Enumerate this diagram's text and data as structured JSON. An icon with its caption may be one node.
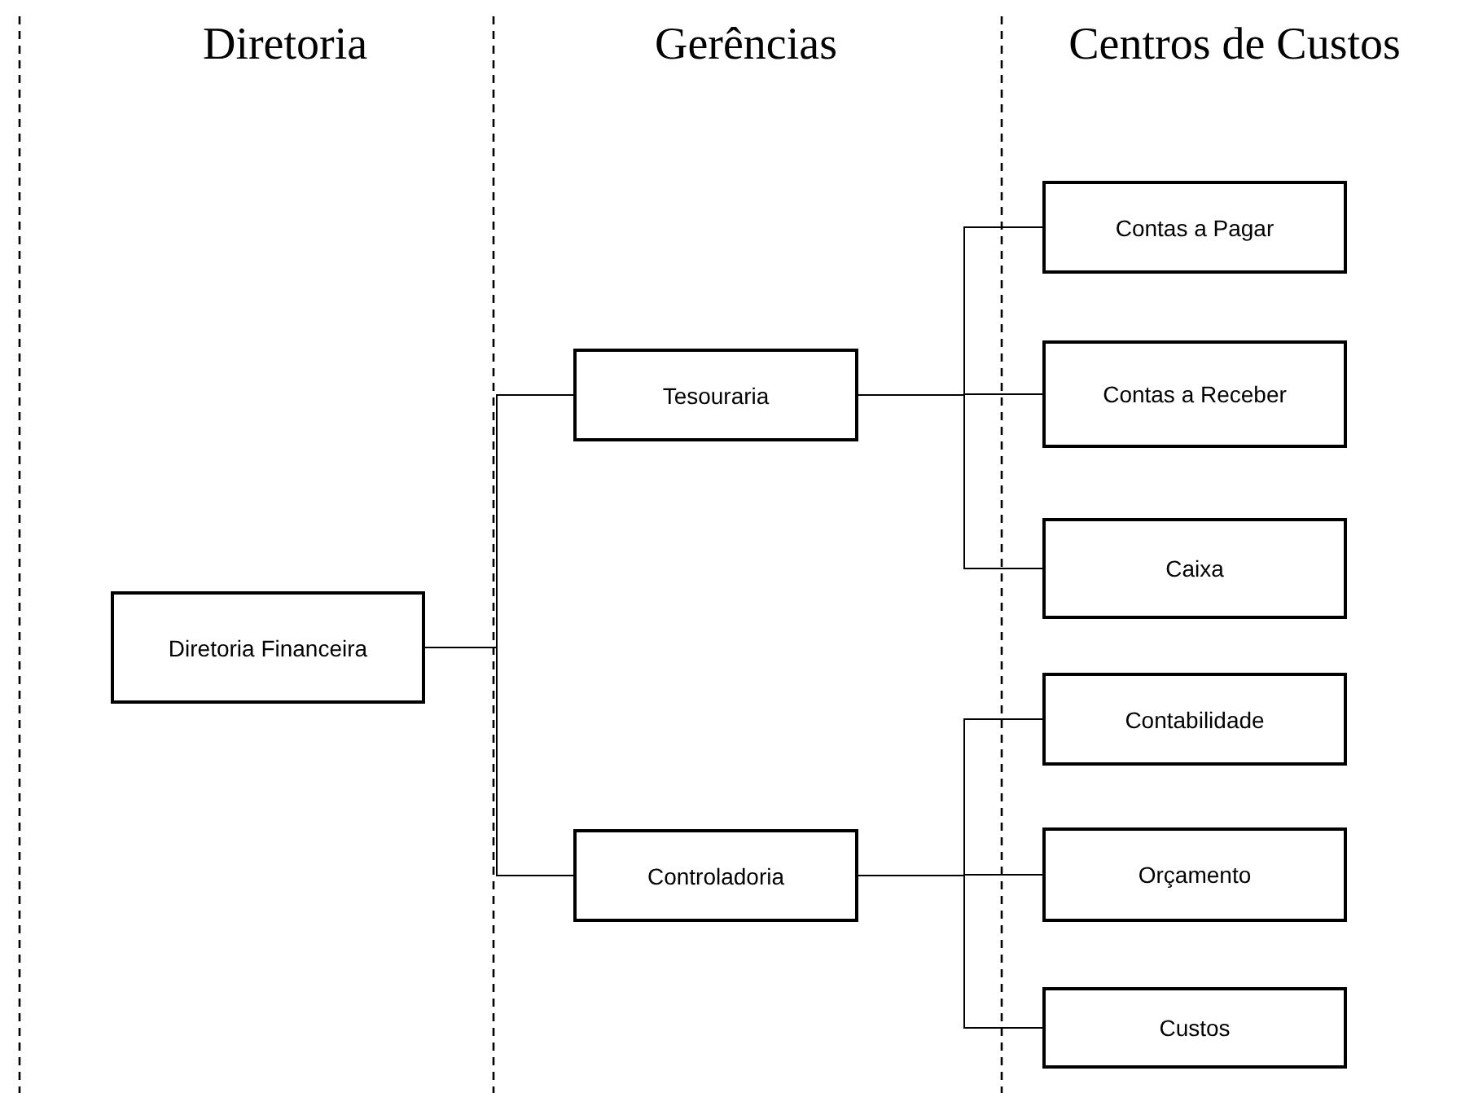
{
  "diagram": {
    "nodes": [
      {
        "text": [
          "Diretoria Financeira"
        ]
      },
      {
        "text": [
          "Tesouraria"
        ]
      },
      {
        "text": [
          "Controladoria"
        ]
      },
      {
        "text": [
          "Contas a Pagar"
        ]
      },
      {
        "text": [
          "Contas a Receber"
        ]
      },
      {
        "text": [
          "Caixa"
        ]
      },
      {
        "text": [
          "Contabilidade"
        ]
      },
      {
        "text": [
          "Orçamento"
        ]
      },
      {
        "text": [
          "Custos"
        ]
      }
    ],
    "edges": [
      {
        "from": 0,
        "to": 1,
        "arrow": "none"
      },
      {
        "from": 0,
        "to": 2,
        "arrow": "none"
      },
      {
        "from": 1,
        "to": 3,
        "arrow": "none"
      },
      {
        "from": 1,
        "to": 4,
        "arrow": "none"
      },
      {
        "from": 1,
        "to": 5,
        "arrow": "none"
      },
      {
        "from": 2,
        "to": 6,
        "arrow": "none"
      },
      {
        "from": 2,
        "to": 7,
        "arrow": "none"
      },
      {
        "from": 2,
        "to": 8,
        "arrow": "none"
      }
    ],
    "labels": [
      "Diretoria",
      "Gerências",
      "Centros de Custos"
    ]
  }
}
